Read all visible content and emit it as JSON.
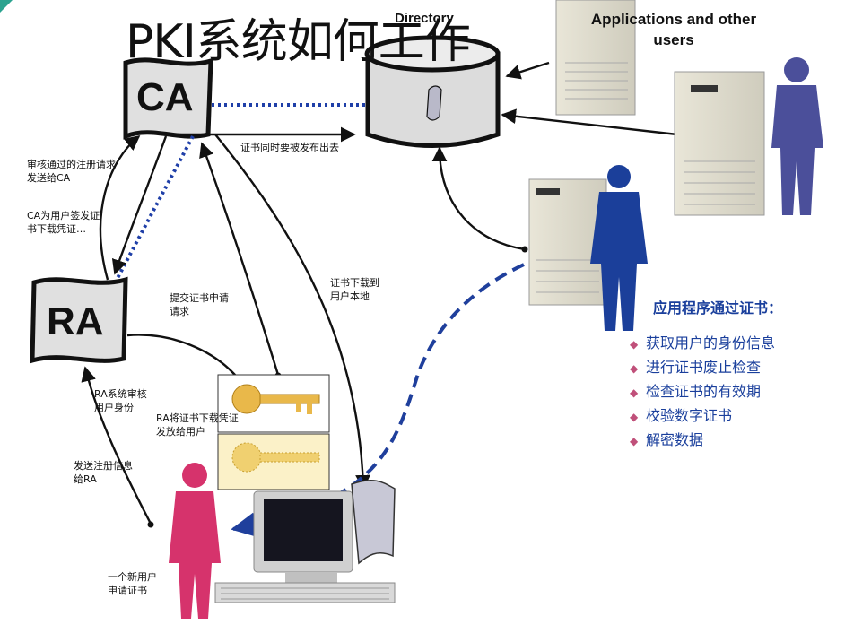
{
  "title": "PKI系统如何工作",
  "directory_label": "Directory",
  "apps_label": "Applications and other users",
  "ca_label": "CA",
  "ra_label": "RA",
  "annotations": {
    "ra_to_ca_request": "审核通过的注册请求\n发送给CA",
    "ca_issue": "CA为用户签发证\n书下载凭证…",
    "publish": "证书同时要被发布出去",
    "submit_request": "提交证书申请\n请求",
    "download_local": "证书下载到\n用户本地",
    "ra_verify": "RA系统审核\n用户身份",
    "ra_distribute": "RA将证书下载凭证\n发放给用户",
    "send_registration": "发送注册信息\n给RA",
    "new_user": "一个新用户\n申请证书"
  },
  "panel": {
    "title": "应用程序通过证书：",
    "items": [
      "获取用户的身份信息",
      "进行证书废止检查",
      "检查证书的有效期",
      "校验数字证书",
      "解密数据"
    ]
  },
  "colors": {
    "arrow": "#111111",
    "dotted": "#1f3fa8",
    "dashed": "#1f3f9c",
    "user_blue": "#1b3f9a",
    "user_pink": "#d6336c",
    "user_purple": "#4b4f9a",
    "key_gold": "#e9b84a"
  }
}
